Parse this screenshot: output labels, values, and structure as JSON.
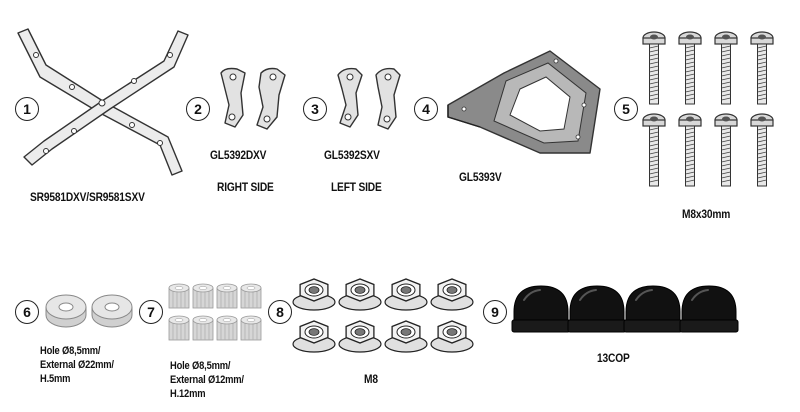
{
  "items": [
    {
      "number": "1",
      "labels": [
        "SR9581DXV/SR9581SXV"
      ],
      "icon": "cross-bar-icon"
    },
    {
      "number": "2",
      "labels": [
        "GL5392DXV",
        "RIGHT SIDE"
      ],
      "icon": "right-bracket-icon"
    },
    {
      "number": "3",
      "labels": [
        "GL5392SXV",
        "LEFT SIDE"
      ],
      "icon": "left-bracket-icon"
    },
    {
      "number": "4",
      "labels": [
        "GL5393V"
      ],
      "icon": "plate-frame-icon"
    },
    {
      "number": "5",
      "labels": [
        "M8x30mm"
      ],
      "icon": "screw-icon",
      "quantity": 8
    },
    {
      "number": "6",
      "labels": [
        "Hole Ø8,5mm/",
        "External Ø22mm/",
        "H.5mm"
      ],
      "icon": "washer-icon",
      "quantity": 2
    },
    {
      "number": "7",
      "labels": [
        "Hole Ø8,5mm/",
        "External Ø12mm/",
        "H.12mm"
      ],
      "icon": "spacer-icon",
      "quantity": 8
    },
    {
      "number": "8",
      "labels": [
        "M8"
      ],
      "icon": "flange-nut-icon",
      "quantity": 8
    },
    {
      "number": "9",
      "labels": [
        "13COP"
      ],
      "icon": "cap-nut-cover-icon",
      "quantity": 4
    }
  ]
}
